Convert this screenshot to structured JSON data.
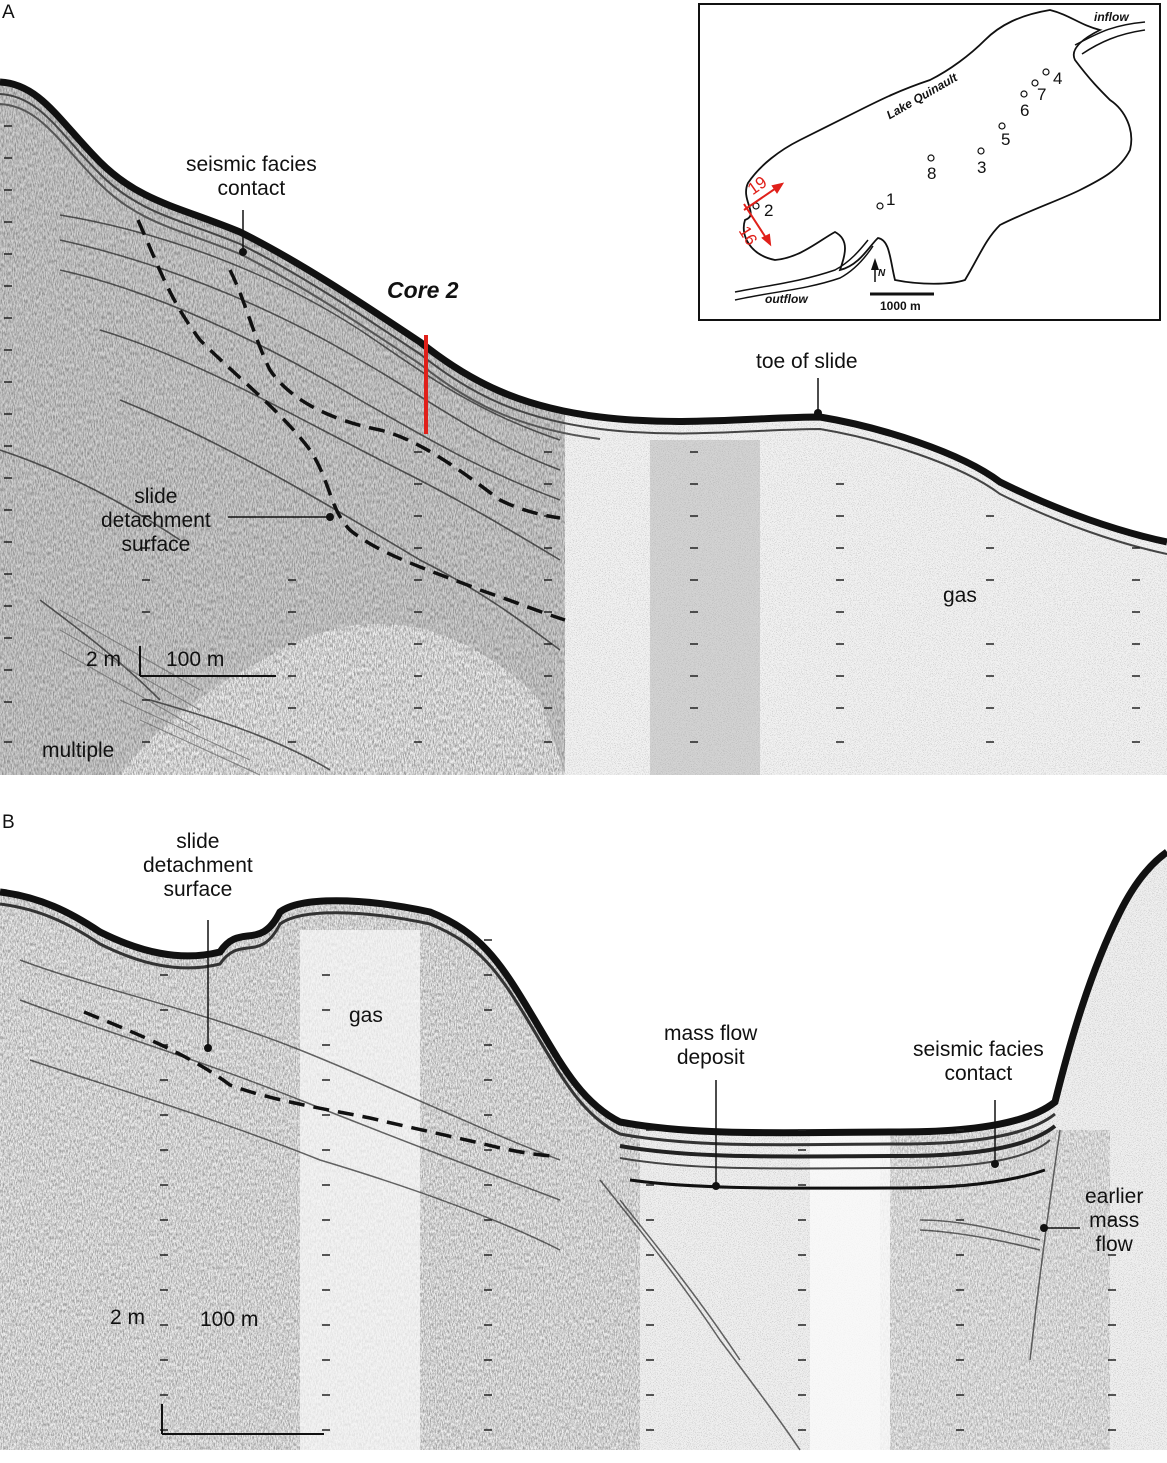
{
  "panel_a": {
    "letter": "A",
    "core_label": "Core 2",
    "labels": {
      "seismic_facies_contact": "seismic facies\ncontact",
      "toe_of_slide": "toe of slide",
      "slide_detachment_surface": "slide\ndetachment\nsurface",
      "gas": "gas",
      "multiple": "multiple"
    },
    "scale": {
      "vertical": "2 m",
      "horizontal": "100 m"
    }
  },
  "panel_b": {
    "letter": "B",
    "labels": {
      "slide_detachment_surface": "slide\ndetachment\nsurface",
      "gas": "gas",
      "mass_flow_deposit": "mass flow\ndeposit",
      "seismic_facies_contact": "seismic facies\ncontact",
      "earlier_mass_flow": "earlier\nmass\nflow"
    },
    "scale": {
      "vertical": "2 m",
      "horizontal": "100 m"
    }
  },
  "inset_map": {
    "lake_name": "Lake Quinault",
    "inflow": "inflow",
    "outflow": "outflow",
    "scale_label": "1000 m",
    "north_label": "N",
    "core_sites": [
      "1",
      "2",
      "3",
      "4",
      "5",
      "6",
      "7",
      "8"
    ],
    "profile_lines": [
      "19",
      "16"
    ],
    "profile_color": "#e0201a"
  },
  "colors": {
    "core_marker": "#e0201a",
    "ink": "#111111"
  }
}
